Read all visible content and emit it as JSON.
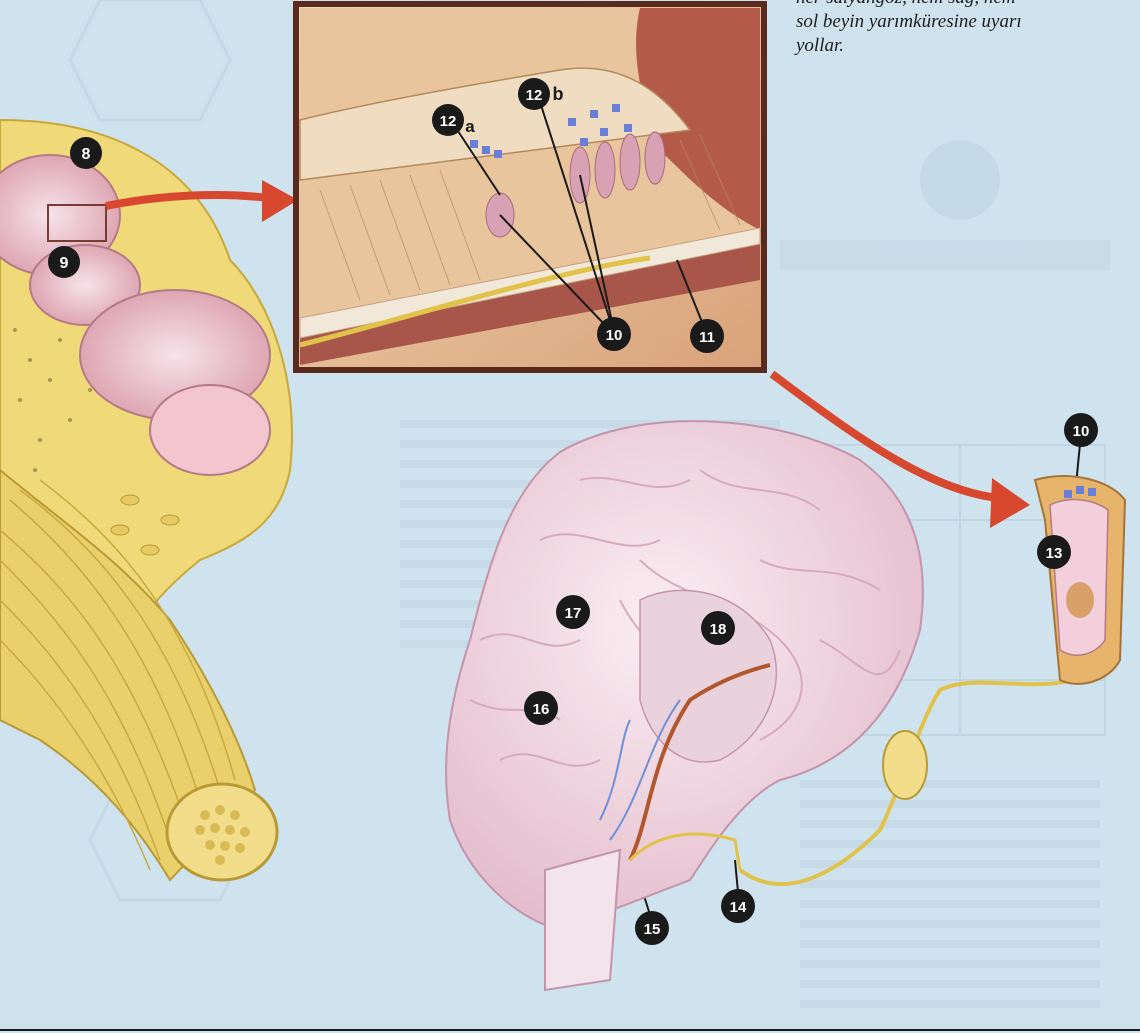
{
  "caption": {
    "line1": "her salyangoz, hem sağ, hem",
    "line2": "sol beyin yarımküresine uyarı",
    "line3": "yollar."
  },
  "labels": {
    "n8": "8",
    "n9": "9",
    "n10_inset": "10",
    "n11": "11",
    "n12a_num": "12",
    "n12a_letter": "a",
    "n12b_num": "12",
    "n12b_letter": "b",
    "n10_right": "10",
    "n13": "13",
    "n14": "14",
    "n15": "15",
    "n16": "16",
    "n17": "17",
    "n18": "18"
  },
  "colors": {
    "background": "#cfe3ef",
    "arrow": "#d8482f",
    "nerve": "#e9cf5a",
    "brain": "#f1d6e2",
    "inset_frame": "#5a2a1e",
    "marker": "#1a1a1a"
  }
}
